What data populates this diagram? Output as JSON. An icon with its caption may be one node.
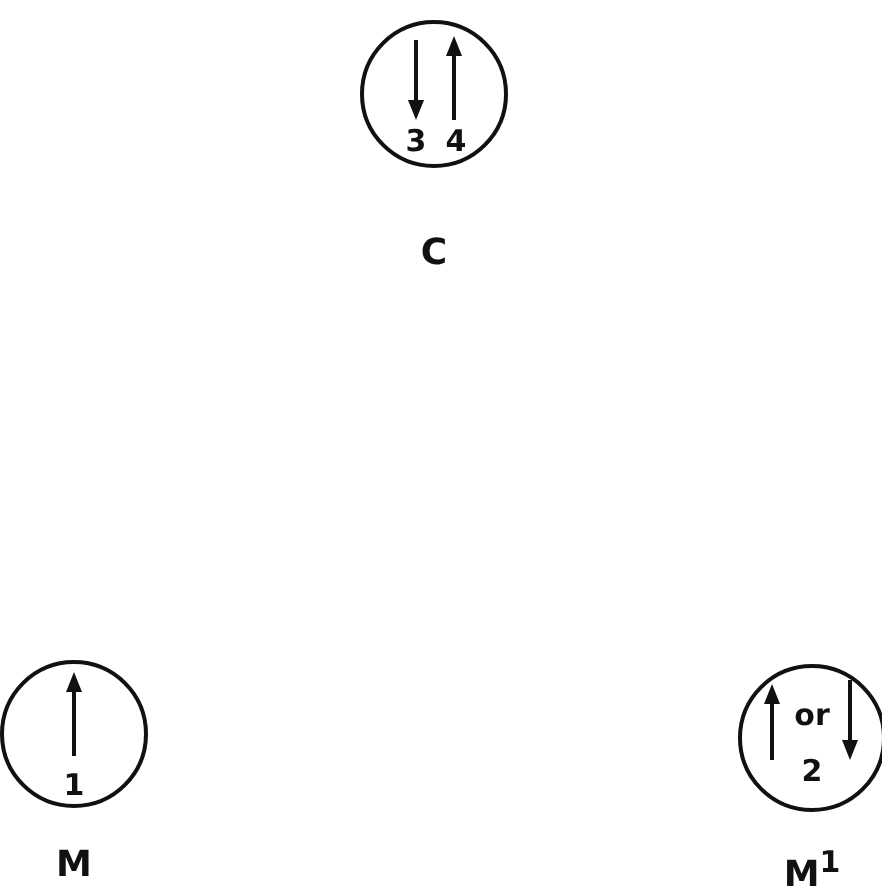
{
  "diagram": {
    "nodes": [
      {
        "text": [
          "3",
          "4"
        ],
        "beside": [
          "C"
        ]
      },
      {
        "text": [
          "1"
        ],
        "beside": [
          "M"
        ]
      },
      {
        "text": [
          "or",
          "2"
        ],
        "beside": [
          "M$^{1}$"
        ]
      }
    ]
  }
}
